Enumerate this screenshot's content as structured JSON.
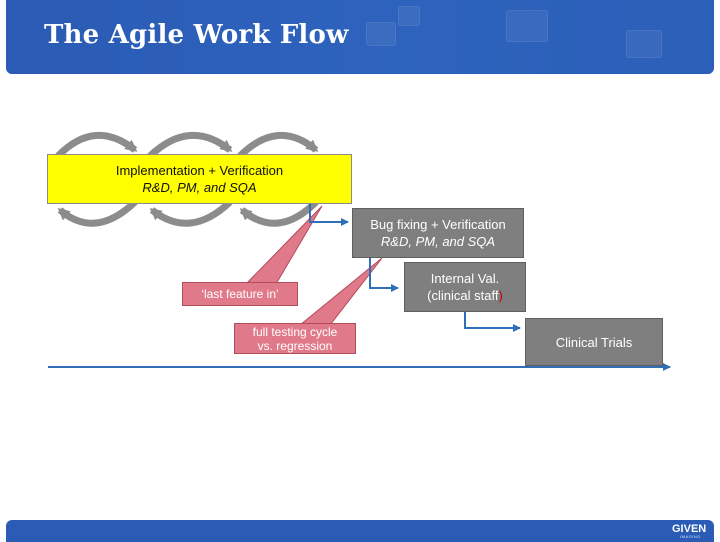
{
  "slide": {
    "title": "The Agile Work Flow"
  },
  "boxes": {
    "implementation": {
      "line1": "Implementation + Verification",
      "line2": "R&D, PM, and SQA"
    },
    "bugfix": {
      "line1": "Bug fixing + Verification",
      "line2": "R&D, PM, and SQA"
    },
    "internal_val": {
      "line1": "Internal  Val.",
      "line2a": "(clinical staff",
      "line2b": ")"
    },
    "clinical_trials": {
      "label": "Clinical Trials"
    }
  },
  "callouts": {
    "last_feature": "‘last feature in’",
    "full_testing_1": "full testing cycle",
    "full_testing_2": "vs. regression"
  },
  "footer": {
    "logo": "GIVEN",
    "logo_sub": "IMAGING"
  },
  "colors": {
    "header": "#2a5bb5",
    "yellow_box": "#ffff00",
    "gray_box": "#7f7f7f",
    "callout": "#e07a8a",
    "arrow": "#2e6fb7",
    "cycle": "#8c8c8c"
  }
}
